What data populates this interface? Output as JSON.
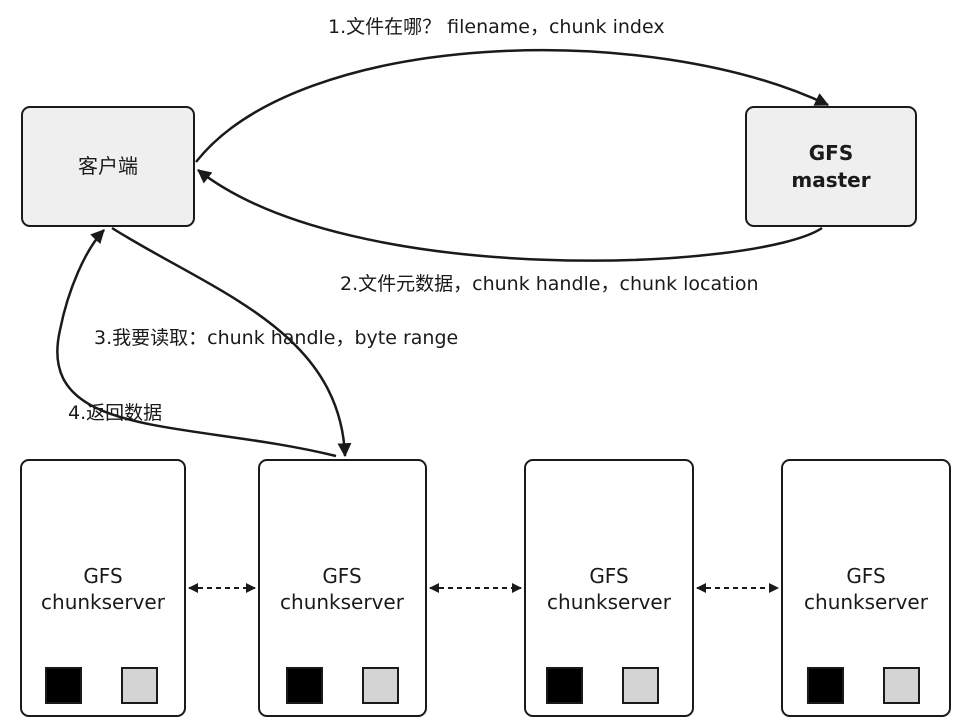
{
  "nodes": {
    "client": {
      "label": "客户端"
    },
    "master": {
      "label_line1": "GFS",
      "label_line2": "master"
    },
    "chunkservers": [
      {
        "label_line1": "GFS",
        "label_line2": "chunkserver"
      },
      {
        "label_line1": "GFS",
        "label_line2": "chunkserver"
      },
      {
        "label_line1": "GFS",
        "label_line2": "chunkserver"
      },
      {
        "label_line1": "GFS",
        "label_line2": "chunkserver"
      }
    ]
  },
  "edges": {
    "step1": "1.文件在哪？ filename，chunk index",
    "step2": "2.文件元数据，chunk handle，chunk location",
    "step3": "3.我要读取：chunk handle，byte range",
    "step4": "4.返回数据"
  },
  "colors": {
    "box_fill_gray": "#efefef",
    "box_fill_white": "#ffffff",
    "stroke": "#1a1a1a",
    "chunk_dark": "#000000",
    "chunk_light": "#d4d4d4"
  }
}
